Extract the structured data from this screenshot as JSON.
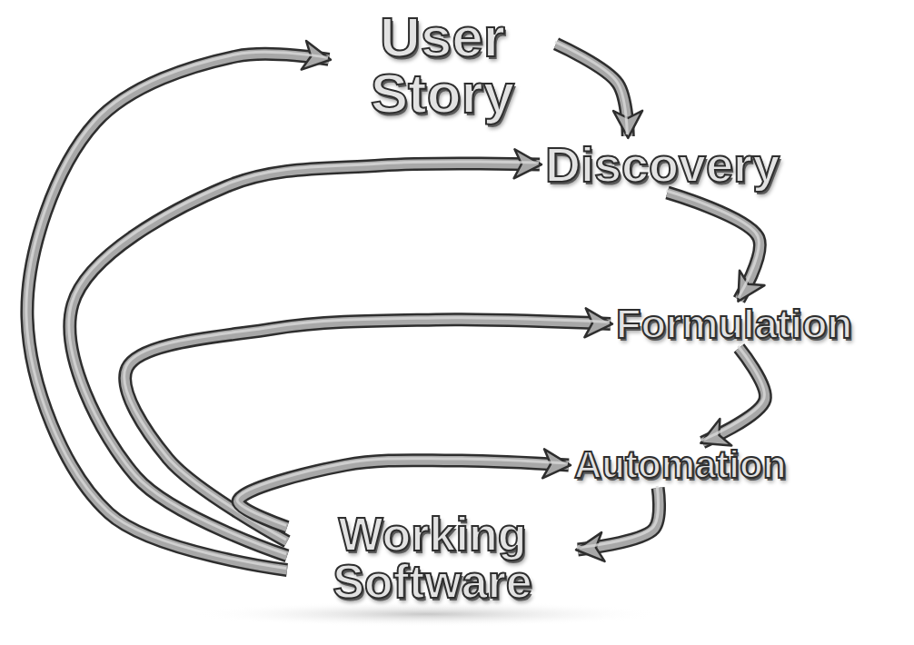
{
  "diagram": {
    "nodes": [
      {
        "text": [
          "User Story"
        ]
      },
      {
        "text": [
          "Discovery"
        ]
      },
      {
        "text": [
          "Formulation"
        ]
      },
      {
        "text": [
          "Automation"
        ]
      },
      {
        "text": [
          "Working Software"
        ]
      }
    ],
    "edges": [
      {
        "from": 0,
        "to": 1,
        "arrow": "to"
      },
      {
        "from": 1,
        "to": 2,
        "arrow": "to"
      },
      {
        "from": 2,
        "to": 3,
        "arrow": "to"
      },
      {
        "from": 3,
        "to": 4,
        "arrow": "to"
      },
      {
        "from": 4,
        "to": 0,
        "arrow": "to"
      },
      {
        "from": 4,
        "to": 1,
        "arrow": "to"
      },
      {
        "from": 4,
        "to": 2,
        "arrow": "to"
      },
      {
        "from": 4,
        "to": 3,
        "arrow": "to"
      }
    ]
  }
}
